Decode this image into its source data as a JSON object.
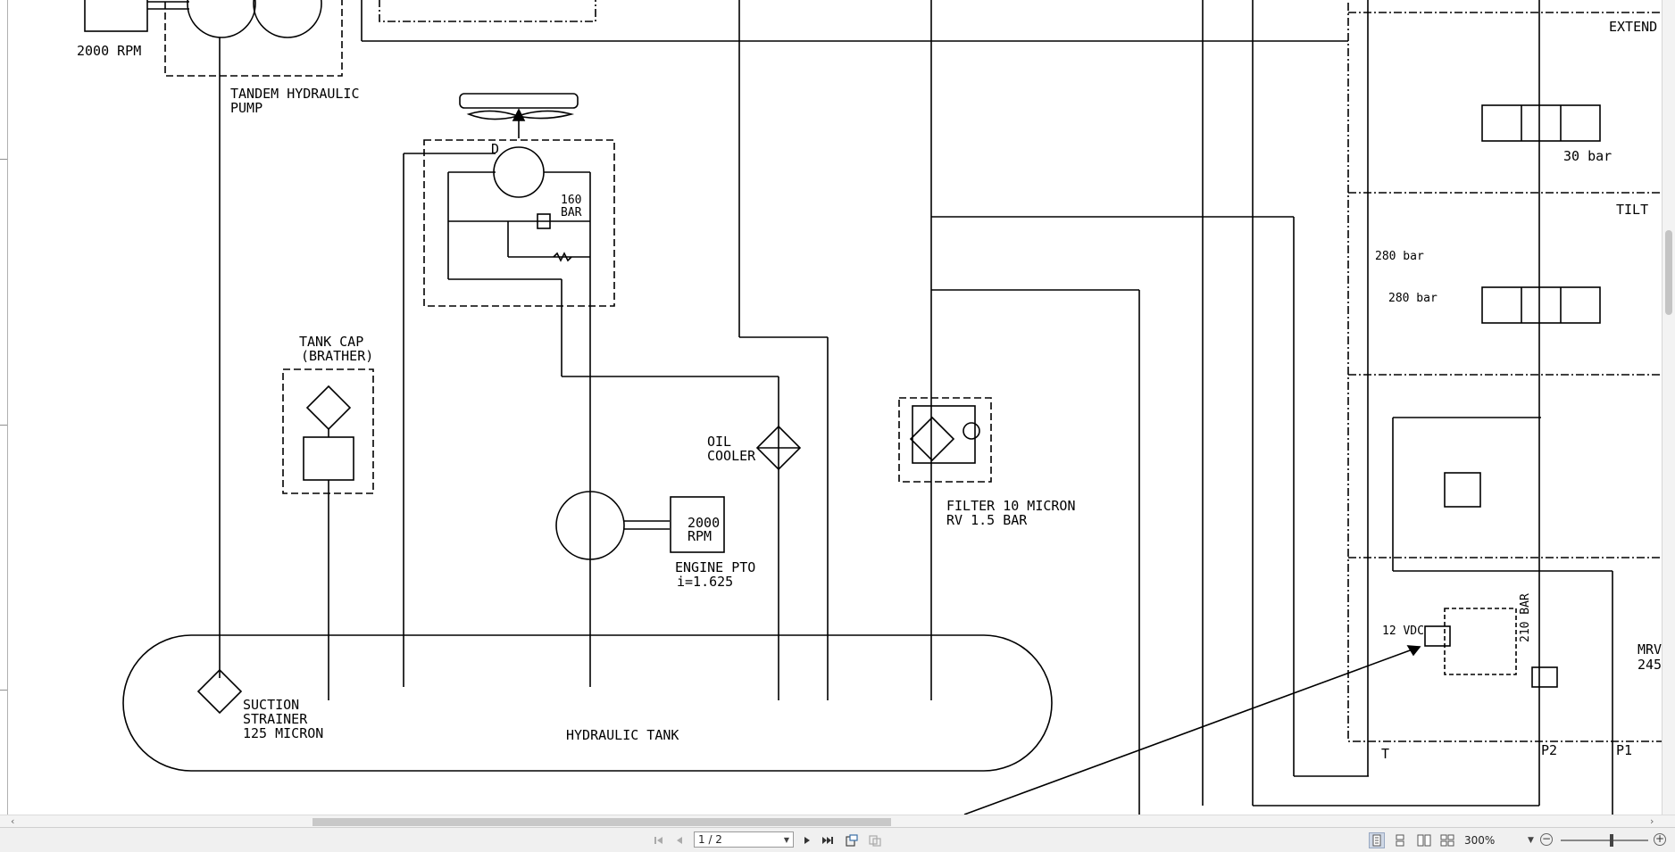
{
  "drawing": {
    "labels": {
      "pump_rpm": "2000 RPM",
      "tandem_pump_1": "TANDEM HYDRAULIC",
      "tandem_pump_2": "PUMP",
      "tank_cap_1": "TANK CAP",
      "tank_cap_2": "(BRATHER)",
      "relief_160_1": "160",
      "relief_160_2": "BAR",
      "port_d": "D",
      "oil_cooler_1": "OIL",
      "oil_cooler_2": "COOLER",
      "engine_rpm_1": "2000",
      "engine_rpm_2": "RPM",
      "engine_pto_1": "ENGINE PTO",
      "engine_pto_2": "i=1.625",
      "filter_1": "FILTER 10 MICRON",
      "filter_2": "RV 1.5 BAR",
      "suction_1": "SUCTION",
      "suction_2": "STRAINER",
      "suction_3": "125 MICRON",
      "hydraulic_tank": "HYDRAULIC TANK",
      "extend": "EXTEND",
      "tilt": "TILT",
      "bar_30": "30 bar",
      "bar_280_a": "280 bar",
      "bar_280_b": "280 bar",
      "vdc_12": "12 VDC",
      "bar_210": "210 BAR",
      "port_t": "T",
      "port_p2": "P2",
      "port_p1": "P1",
      "mrv_1": "MRV",
      "mrv_2": "245"
    }
  },
  "toolbar": {
    "page_indicator": "1 / 2",
    "zoom_level": "300%"
  },
  "icons": {
    "first_page": "first-page-icon",
    "prev_page": "prev-page-icon",
    "next_page": "next-page-icon",
    "last_page": "last-page-icon",
    "rotate": "rotate-icon",
    "copy": "copy-icon"
  }
}
